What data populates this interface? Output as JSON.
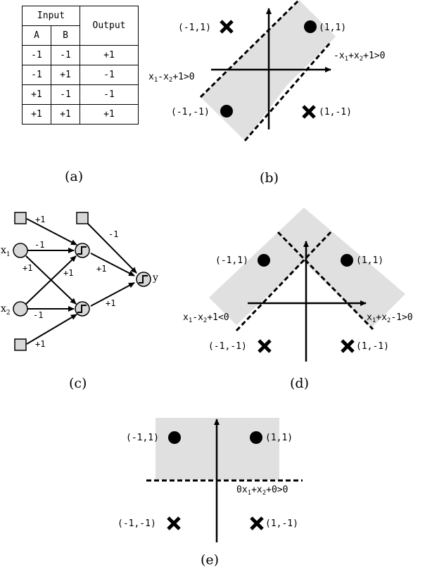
{
  "table": {
    "header_input": "Input",
    "header_a": "A",
    "header_b": "B",
    "header_output": "Output",
    "rows": [
      [
        "-1",
        "-1",
        "+1"
      ],
      [
        "-1",
        "+1",
        "-1"
      ],
      [
        "+1",
        "-1",
        "-1"
      ],
      [
        "+1",
        "+1",
        "+1"
      ]
    ]
  },
  "captions": {
    "a": "(a)",
    "b": "(b)",
    "c": "(c)",
    "d": "(d)",
    "e": "(e)"
  },
  "panel_b": {
    "p_nn": "(-1,-1)",
    "p_np": "(-1,1)",
    "p_pp": "(1,1)",
    "p_pn": "(1,-1)",
    "line_upper": "-x1+x2+1>0",
    "line_lower": "x1-x2+1>0"
  },
  "panel_c": {
    "x1": "x1",
    "x2": "x2",
    "y": "y",
    "w_bias_top": "+1",
    "w_x1_h1": "-1",
    "w_x1_h2": "+1",
    "w_x2_h1": "+1",
    "w_x2_h2": "-1",
    "w_bias_bottom": "+1",
    "w_bias_out": "-1",
    "w_h1_y": "+1",
    "w_h2_y": "+1"
  },
  "panel_d": {
    "p_nn": "(-1,-1)",
    "p_np": "(-1,1)",
    "p_pp": "(1,1)",
    "p_pn": "(1,-1)",
    "line_left": "x1-x2+1<0",
    "line_right": "x1+x2-1>0"
  },
  "panel_e": {
    "p_nn": "(-1,-1)",
    "p_np": "(-1,1)",
    "p_pp": "(1,1)",
    "p_pn": "(1,-1)",
    "line": "0x1+x2+0>0"
  },
  "colors": {
    "region": "#e0e0e0",
    "node": "#d8d8d8",
    "ink": "#000000"
  }
}
